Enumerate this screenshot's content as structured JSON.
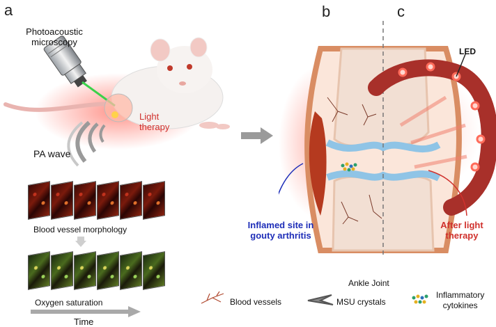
{
  "panels": {
    "a": "a",
    "b": "b",
    "c": "c"
  },
  "panel_a": {
    "device_label": "Photoacoustic microscopy",
    "device_line1": "Photoacoustic",
    "device_line2": "microscopy",
    "light_line1": "Light",
    "light_line2": "therapy",
    "pa_wave": "PA wave",
    "morphology": "Blood vessel morphology",
    "oxygen": "Oxygen saturation",
    "time": "Time"
  },
  "panel_bc": {
    "led": "LED",
    "inflamed_line1": "Inflamed site in",
    "inflamed_line2": "gouty arthritis",
    "after_line1": "After light",
    "after_line2": "therapy",
    "ankle": "Ankle Joint"
  },
  "legend": {
    "blood_vessels": "Blood vessels",
    "msu": "MSU crystals",
    "cytokines_line1": "Inflammatory",
    "cytokines_line2": "cytokines"
  },
  "colors": {
    "red_label": "#d0312d",
    "blue_label": "#1d2db8",
    "cartilage": "#8fc4e6",
    "bone": "#f3ddd0",
    "led_ring": "#a8302a",
    "arrow": "#9a9a9a"
  },
  "icons": {
    "objective": "microscope-objective-icon",
    "mouse": "mouse-illustration",
    "wave": "pa-wave-icon",
    "arrow": "right-arrow-icon"
  }
}
